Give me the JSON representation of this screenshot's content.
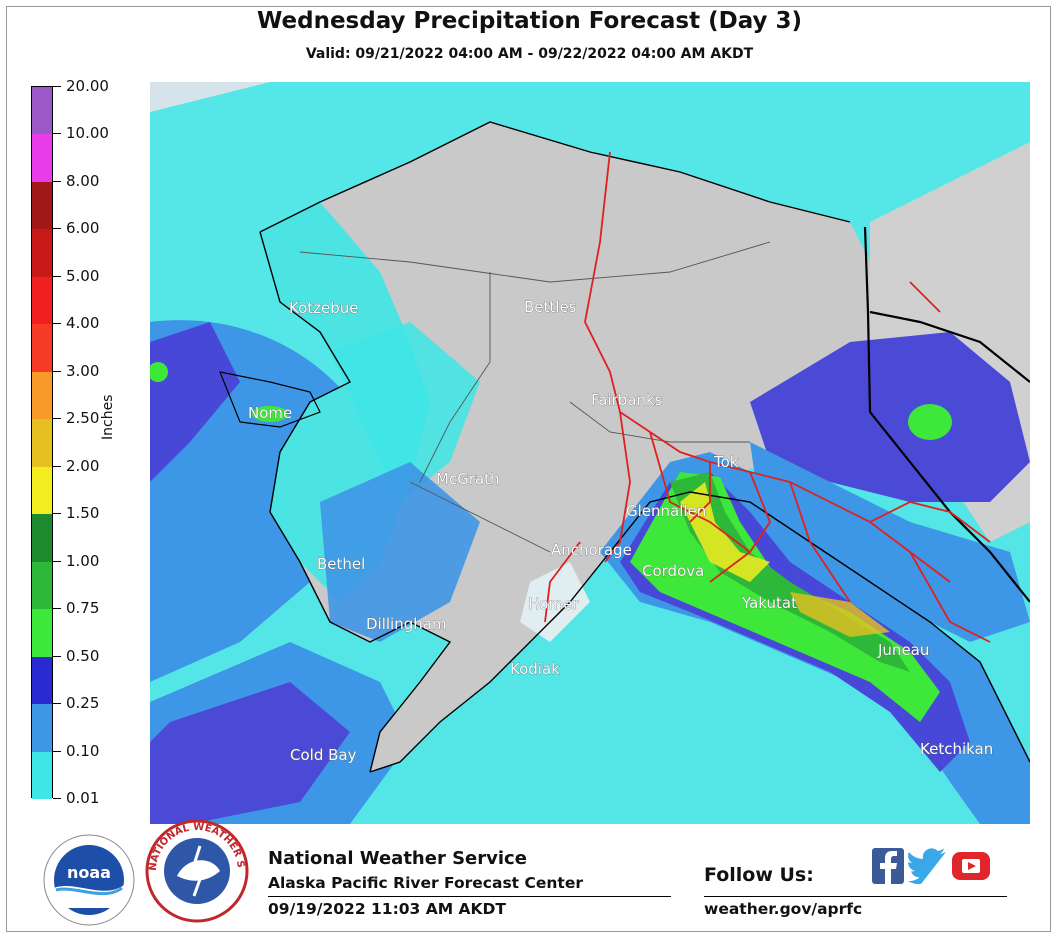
{
  "header": {
    "title": "Wednesday Precipitation Forecast (Day 3)",
    "subtitle": "Valid: 09/21/2022 04:00 AM - 09/22/2022 04:00 AM AKDT"
  },
  "legend": {
    "axis_label": "Inches",
    "levels": [
      "20.00",
      "10.00",
      "8.00",
      "6.00",
      "5.00",
      "4.00",
      "3.00",
      "2.50",
      "2.00",
      "1.50",
      "1.00",
      "0.75",
      "0.50",
      "0.25",
      "0.10",
      "0.01"
    ],
    "colors": [
      "#ffffff",
      "#9b59c8",
      "#e83ce8",
      "#a01818",
      "#c81818",
      "#f02020",
      "#f53a26",
      "#f79a2a",
      "#e6c020",
      "#f2ec20",
      "#1e8a2e",
      "#2eb83a",
      "#3ee83a",
      "#2a2ad2",
      "#3e96e6",
      "#3ee6e6"
    ]
  },
  "cities": [
    {
      "name": "Kotzebue"
    },
    {
      "name": "Bettles"
    },
    {
      "name": "Nome"
    },
    {
      "name": "Fairbanks"
    },
    {
      "name": "Tok"
    },
    {
      "name": "McGrath"
    },
    {
      "name": "Glennallen"
    },
    {
      "name": "Anchorage"
    },
    {
      "name": "Cordova"
    },
    {
      "name": "Bethel"
    },
    {
      "name": "Yakutat"
    },
    {
      "name": "Homer"
    },
    {
      "name": "Dillingham"
    },
    {
      "name": "Juneau"
    },
    {
      "name": "Kodiak"
    },
    {
      "name": "Ketchikan"
    },
    {
      "name": "Cold Bay"
    }
  ],
  "footer": {
    "org_name": "National Weather Service",
    "center_name": "Alaska Pacific River Forecast Center",
    "issued": "09/19/2022 11:03 AM AKDT",
    "follow_label": "Follow Us:",
    "website": "weather.gov/aprfc",
    "noaa_logo_text": "noaa",
    "nws_logo_text": "NATIONAL WEATHER SERVICE"
  },
  "icons": [
    "facebook-icon",
    "twitter-icon",
    "youtube-icon"
  ]
}
